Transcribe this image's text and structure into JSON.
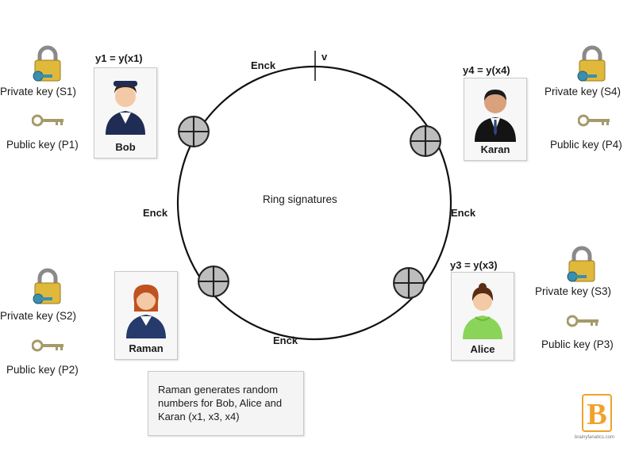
{
  "diagram": {
    "center_title": "Ring signatures",
    "top_label": "v",
    "enck_top": "Enck",
    "enck_left": "Enck",
    "enck_right": "Enck",
    "enck_bottom": "Enck",
    "note": "Raman generates random numbers for Bob, Alice and Karan (x1, x3, x4)"
  },
  "parties": {
    "bob": {
      "name": "Bob",
      "equation": "y1 = y(x1)",
      "private_key": "Private key (S1)",
      "public_key": "Public key (P1)"
    },
    "karan": {
      "name": "Karan",
      "equation": "y4 = y(x4)",
      "private_key": "Private key (S4)",
      "public_key": "Public key (P4)"
    },
    "raman": {
      "name": "Raman",
      "private_key": "Private key (S2)",
      "public_key": "Public key (P2)"
    },
    "alice": {
      "name": "Alice",
      "equation": "y3 = y(x3)",
      "private_key": "Private key (S3)",
      "public_key": "Public key (P3)"
    }
  },
  "logo": {
    "letter": "B",
    "caption": "brainyfanatics.com"
  },
  "colors": {
    "ring": "#111111",
    "node_fill": "#bdbdbd",
    "lock_gold": "#e0b83a",
    "key_color": "#a59a6a",
    "logo_orange": "#f0a22b"
  }
}
